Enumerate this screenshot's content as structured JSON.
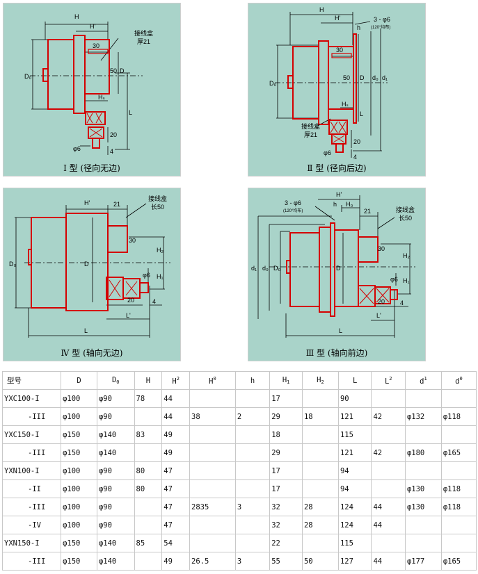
{
  "panels": {
    "type1": {
      "caption": "Ⅰ 型 (径向无边)",
      "labels": {
        "H": "H",
        "H_prime": "H'",
        "dim30": "30",
        "box": "接线盒",
        "box_thick": "厚21",
        "D0": "D₀",
        "dim50": "50",
        "D": "D",
        "L": "L",
        "Hs": "Hₛ",
        "phi6": "φ6",
        "dim20": "20",
        "dim4": "4"
      }
    },
    "type2": {
      "caption": "Ⅱ 型 (径向后边)",
      "labels": {
        "H": "H",
        "H_prime": "H'",
        "holes": "3 - φ6",
        "holes_note": "(120°均布)",
        "h": "h",
        "dim30": "30",
        "D0": "D₀",
        "dim50": "50",
        "D": "D",
        "d0": "d₀",
        "d1": "d₁",
        "L": "L",
        "Hs": "Hₛ",
        "box": "接线盒",
        "box_thick": "厚21",
        "phi6": "φ6",
        "dim20": "20",
        "dim4": "4"
      }
    },
    "type4": {
      "caption": "Ⅳ 型 (轴向无边)",
      "labels": {
        "H_prime": "H'",
        "dim21": "21",
        "box": "接线盒",
        "box_len": "长50",
        "dim30": "30",
        "D0": "D₀",
        "D": "D",
        "H2": "H₂",
        "phi6": "φ6",
        "H1": "H₁",
        "dim20": "20",
        "L_prime": "L'",
        "dim4": "4",
        "L": "L"
      }
    },
    "type3": {
      "caption": "Ⅲ 型 (轴向前边)",
      "labels": {
        "H_prime": "H'",
        "holes": "3 - φ6",
        "holes_note": "(120°均布)",
        "h": "h",
        "H0": "H₀",
        "dim21": "21",
        "box": "接线盒",
        "box_len": "长50",
        "d1": "d₁",
        "d0": "d₀",
        "D0": "D₀",
        "D": "D",
        "dim30": "30",
        "H2": "H₂",
        "phi6": "φ6",
        "H1": "H₁",
        "dim20": "20",
        "L_prime": "L'",
        "dim4": "4",
        "L": "L"
      }
    }
  },
  "table": {
    "headers": [
      "型号",
      "D",
      "D0",
      "H",
      "H2",
      "H0",
      "h",
      "H1",
      "H2",
      "L",
      "L2",
      "d1",
      "d0"
    ],
    "rows": [
      [
        "YXC100-I",
        "φ100",
        "φ90",
        "78",
        "44",
        "",
        "",
        "17",
        "",
        "90",
        "",
        "",
        ""
      ],
      [
        "-III",
        "φ100",
        "φ90",
        "",
        "44",
        "38",
        "2",
        "29",
        "18",
        "121",
        "42",
        "φ132",
        "φ118"
      ],
      [
        "YXC150-I",
        "φ150",
        "φ140",
        "83",
        "49",
        "",
        "",
        "18",
        "",
        "115",
        "",
        "",
        ""
      ],
      [
        "-III",
        "φ150",
        "φ140",
        "",
        "49",
        "",
        "",
        "29",
        "",
        "121",
        "42",
        "φ180",
        "φ165"
      ],
      [
        "YXN100-I",
        "φ100",
        "φ90",
        "80",
        "47",
        "",
        "",
        "17",
        "",
        "94",
        "",
        "",
        ""
      ],
      [
        "-II",
        "φ100",
        "φ90",
        "80",
        "47",
        "",
        "",
        "17",
        "",
        "94",
        "",
        "φ130",
        "φ118"
      ],
      [
        "-III",
        "φ100",
        "φ90",
        "",
        "47",
        "2835",
        "3",
        "32",
        "28",
        "124",
        "44",
        "φ130",
        "φ118"
      ],
      [
        "-IV",
        "φ100",
        "φ90",
        "",
        "47",
        "",
        "",
        "32",
        "28",
        "124",
        "44",
        "",
        ""
      ],
      [
        "YXN150-I",
        "φ150",
        "φ140",
        "85",
        "54",
        "",
        "",
        "22",
        "",
        "115",
        "",
        "",
        ""
      ],
      [
        "-III",
        "φ150",
        "φ140",
        "",
        "49",
        "26.5",
        "3",
        "55",
        "50",
        "127",
        "44",
        "φ177",
        "φ165"
      ]
    ]
  }
}
